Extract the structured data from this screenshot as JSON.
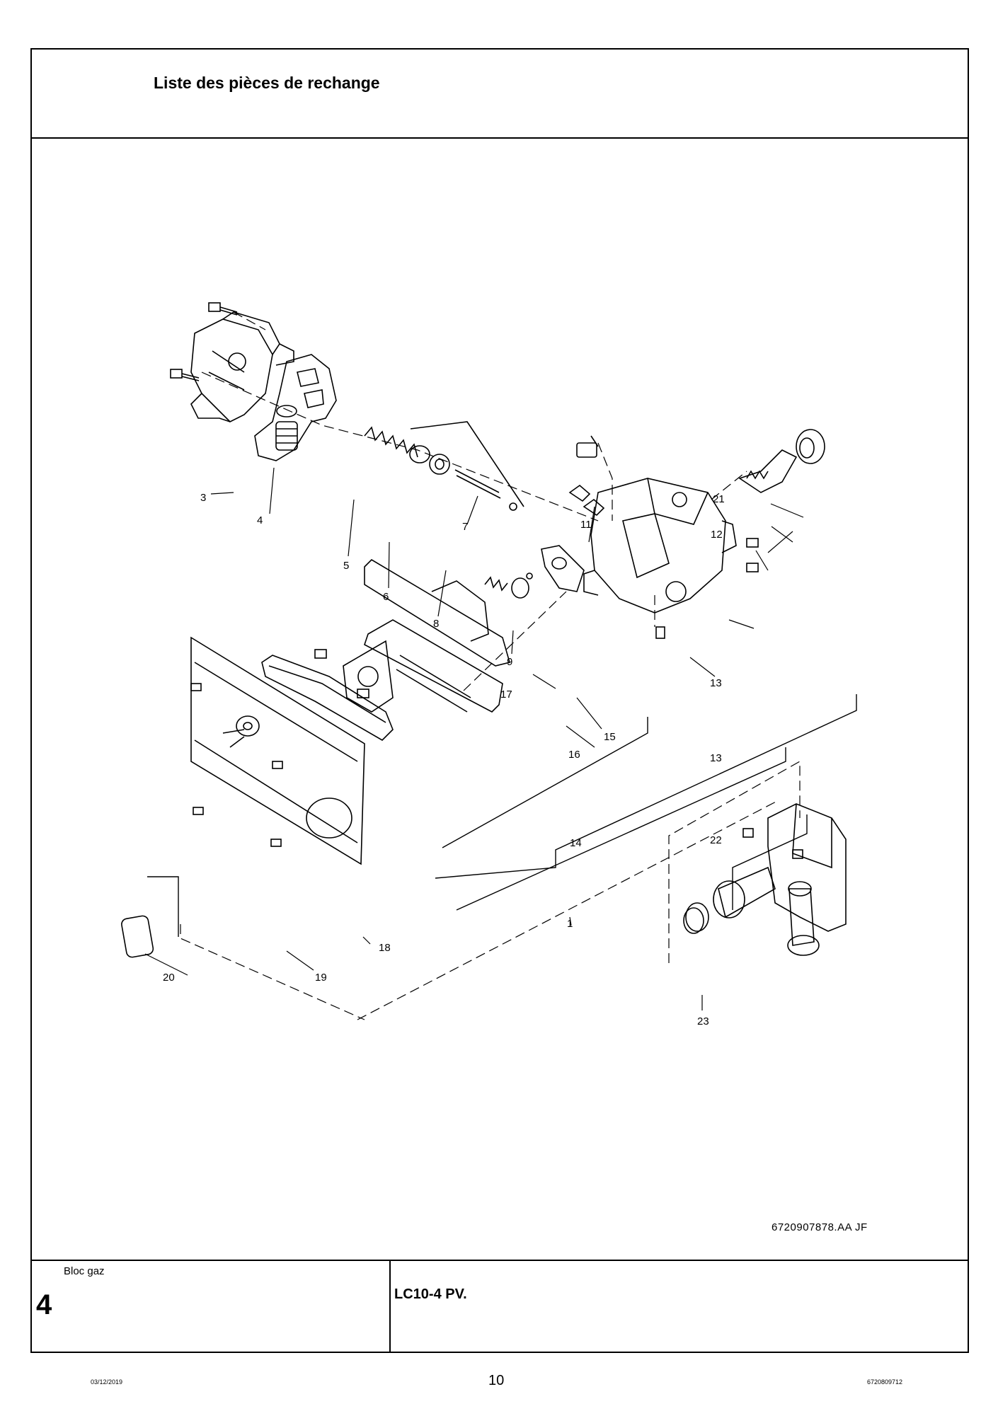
{
  "header": {
    "title": "Liste des pièces de rechange"
  },
  "drawing": {
    "reference": "6720907878.AA   JF",
    "callouts": [
      "3",
      "4",
      "5",
      "6",
      "7",
      "8",
      "9",
      "11",
      "12",
      "13",
      "13",
      "14",
      "15",
      "16",
      "17",
      "18",
      "19",
      "20",
      "21",
      "22",
      "23",
      "1"
    ]
  },
  "footer": {
    "section_name": "Bloc gaz",
    "section_number": "4",
    "model": "LC10-4 PV."
  },
  "page": {
    "date": "03/12/2019",
    "number": "10",
    "doc_code": "6720809712"
  }
}
